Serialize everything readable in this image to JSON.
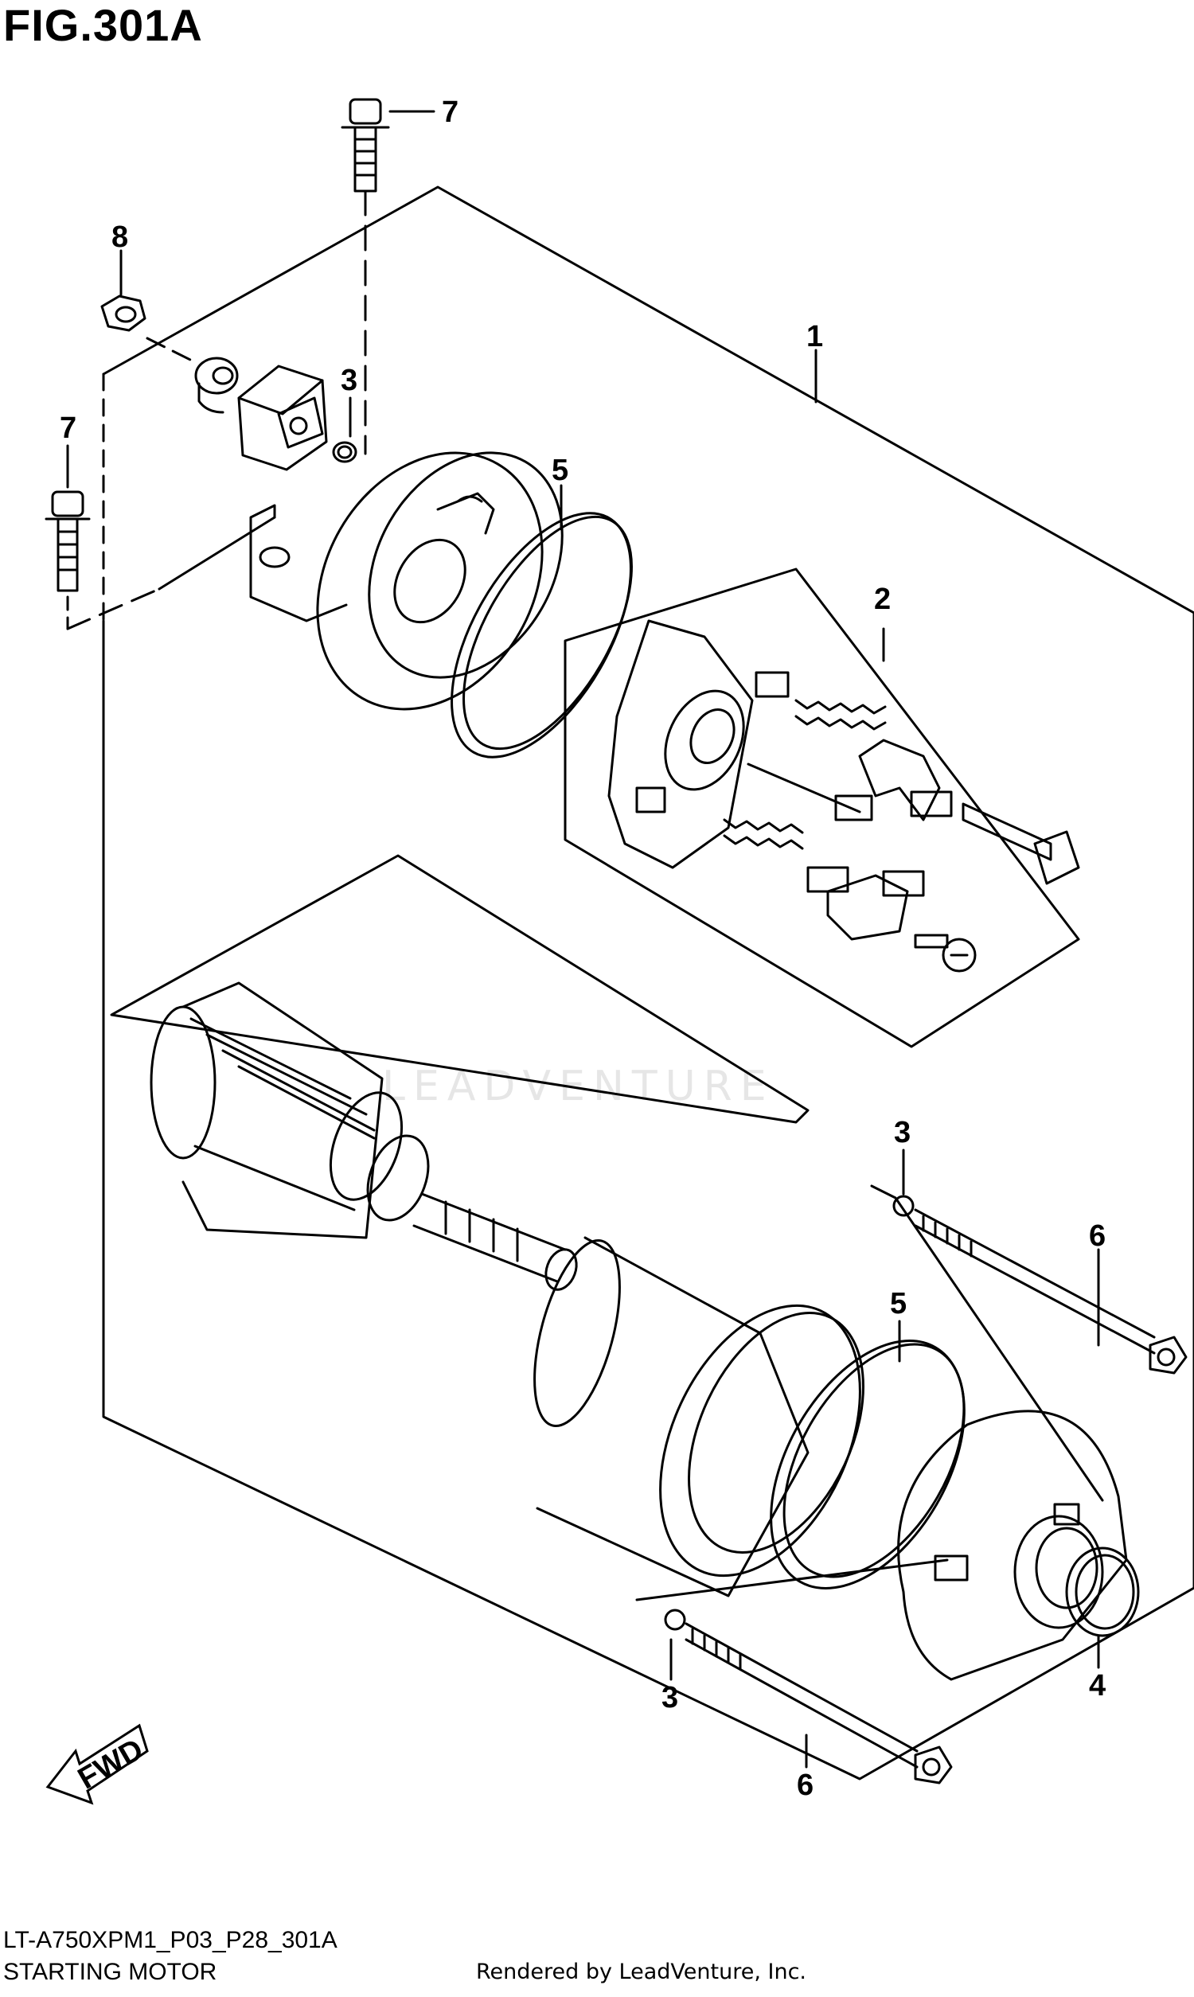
{
  "figure": {
    "title": "FIG.301A"
  },
  "callouts": {
    "c1": "1",
    "c2": "2",
    "c3a": "3",
    "c3b": "3",
    "c3c": "3",
    "c4": "4",
    "c5a": "5",
    "c5b": "5",
    "c6a": "6",
    "c6b": "6",
    "c7a": "7",
    "c7b": "7",
    "c8": "8"
  },
  "fwd_label": "FWD",
  "watermark": "LEADVENTURE",
  "footer": {
    "code": "LT-A750XPM1_P03_P28_301A",
    "name": "STARTING MOTOR",
    "credit": "Rendered by LeadVenture, Inc."
  }
}
